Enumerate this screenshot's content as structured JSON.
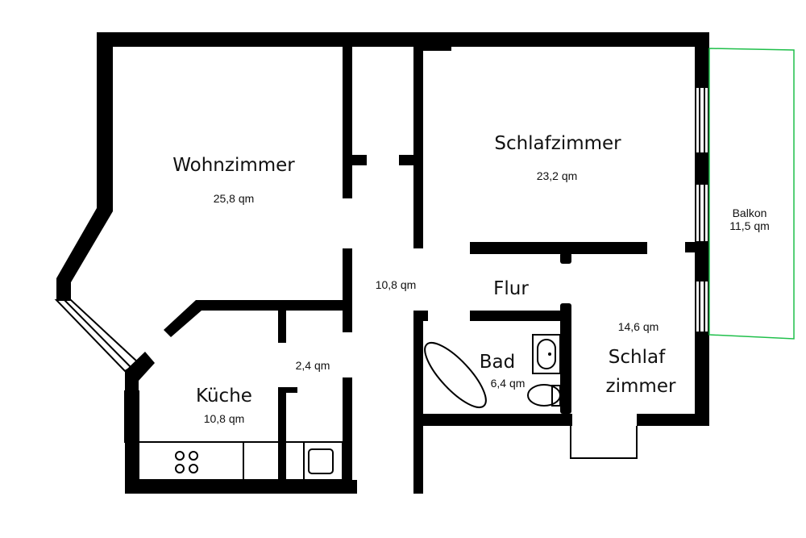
{
  "rooms": {
    "wohnzimmer": {
      "name": "Wohnzimmer",
      "area": "25,8 qm"
    },
    "schlafzimmer": {
      "name": "Schlafzimmer",
      "area": "23,2 qm"
    },
    "balkon": {
      "name": "Balkon",
      "area": "11,5 qm"
    },
    "flur": {
      "name": "Flur",
      "area": "10,8 qm"
    },
    "schlafzimmer2": {
      "name_line1": "Schlaf",
      "name_line2": "zimmer",
      "area": "14,6 qm"
    },
    "bad": {
      "name": "Bad",
      "area": "6,4 qm"
    },
    "abstell": {
      "area": "2,4 qm"
    },
    "kueche": {
      "name": "Küche",
      "area": "10,8 qm"
    }
  },
  "colors": {
    "wall": "#000000",
    "balcony": "#1fbf4a"
  }
}
